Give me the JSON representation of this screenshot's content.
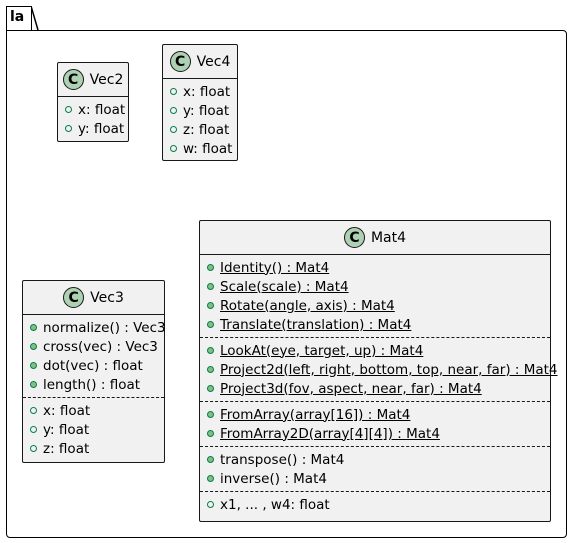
{
  "package": {
    "name": "la"
  },
  "classes": {
    "vec2": {
      "badge": "C",
      "name": "Vec2",
      "fields": [
        "x: float",
        "y: float"
      ]
    },
    "vec4": {
      "badge": "C",
      "name": "Vec4",
      "fields": [
        "x: float",
        "y: float",
        "z: float",
        "w: float"
      ]
    },
    "vec3": {
      "badge": "C",
      "name": "Vec3",
      "methods": [
        "normalize() : Vec3",
        "cross(vec) : Vec3",
        "dot(vec) : float",
        "length() : float"
      ],
      "fields": [
        "x: float",
        "y: float",
        "z: float"
      ]
    },
    "mat4": {
      "badge": "C",
      "name": "Mat4",
      "static_group1": [
        "Identity() : Mat4",
        "Scale(scale) : Mat4",
        "Rotate(angle, axis) : Mat4",
        "Translate(translation) : Mat4"
      ],
      "static_group2": [
        "LookAt(eye, target, up) : Mat4",
        "Project2d(left, right, bottom, top, near, far) : Mat4",
        "Project3d(fov, aspect, near, far) : Mat4"
      ],
      "static_group3": [
        "FromArray(array[16]) : Mat4",
        "FromArray2D(array[4][4]) : Mat4"
      ],
      "methods": [
        "transpose() : Mat4",
        "inverse() : Mat4"
      ],
      "fields": [
        "x1, ... , w4: float"
      ]
    }
  }
}
